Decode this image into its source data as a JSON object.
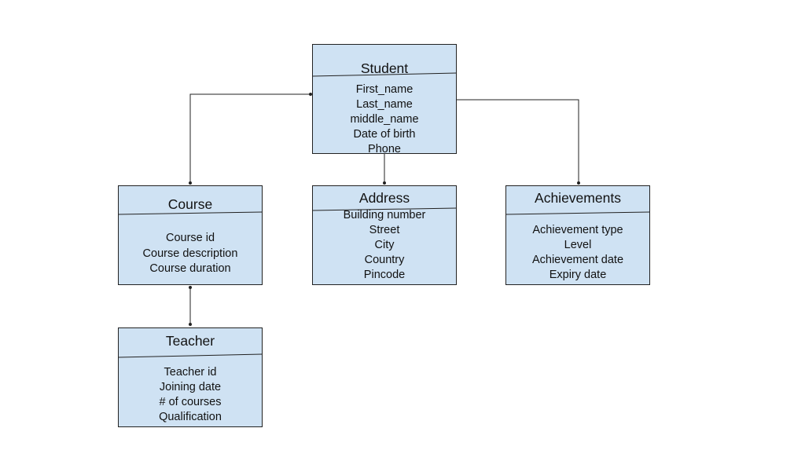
{
  "entities": {
    "student": {
      "title": "Student",
      "attributes": [
        "First_name",
        "Last_name",
        "middle_name",
        "Date of birth",
        "Phone"
      ]
    },
    "course": {
      "title": "Course",
      "attributes": [
        "Course id",
        "Course description",
        "Course duration"
      ]
    },
    "address": {
      "title": "Address",
      "attributes": [
        "Building number",
        "Street",
        "City",
        "Country",
        "Pincode"
      ]
    },
    "achievements": {
      "title": "Achievements",
      "attributes": [
        "Achievement type",
        "Level",
        "Achievement date",
        "Expiry date"
      ]
    },
    "teacher": {
      "title": "Teacher",
      "attributes": [
        "Teacher id",
        "Joining date",
        "# of courses",
        "Qualification"
      ]
    }
  },
  "relations": [
    {
      "from": "student",
      "to": "course"
    },
    {
      "from": "student",
      "to": "address"
    },
    {
      "from": "student",
      "to": "achievements"
    },
    {
      "from": "course",
      "to": "teacher"
    }
  ],
  "colors": {
    "box_fill": "#cfe2f3",
    "stroke": "#222222",
    "text": "#111111"
  }
}
